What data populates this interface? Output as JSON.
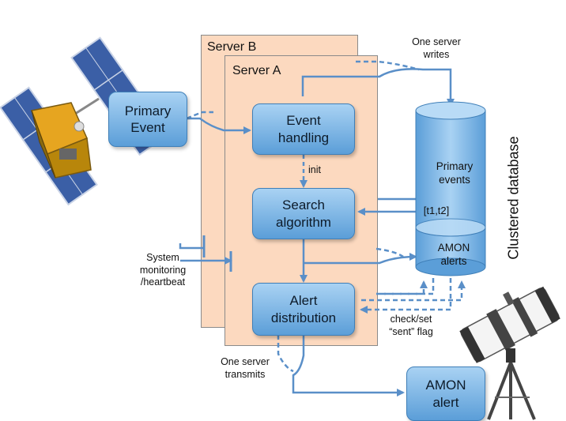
{
  "diagram": {
    "server_b": "Server B",
    "server_a": "Server A",
    "nodes": {
      "primary_event": "Primary\nEvent",
      "event_handling": "Event\nhandling",
      "search_algorithm": "Search\nalgorithm",
      "alert_distribution": "Alert\ndistribution",
      "amon_alert": "AMON\nalert"
    },
    "database": {
      "label": "Clustered database",
      "primary_events": "Primary\nevents",
      "time_window": "[t1,t2]",
      "amon_alerts": "AMON\nalerts"
    },
    "annotations": {
      "one_server_writes": "One server\nwrites",
      "init": "init",
      "system_monitoring": "System\nmonitoring\n/heartbeat",
      "check_set": "check/set\n“sent” flag",
      "one_server_transmits": "One server\ntransmits"
    },
    "colors": {
      "server_fill": "#fcd9bf",
      "node_top": "#a9d2f3",
      "node_bottom": "#5b9ed8",
      "arrow": "#5a8fc8"
    },
    "icons": [
      "satellite-icon",
      "telescope-icon"
    ]
  }
}
